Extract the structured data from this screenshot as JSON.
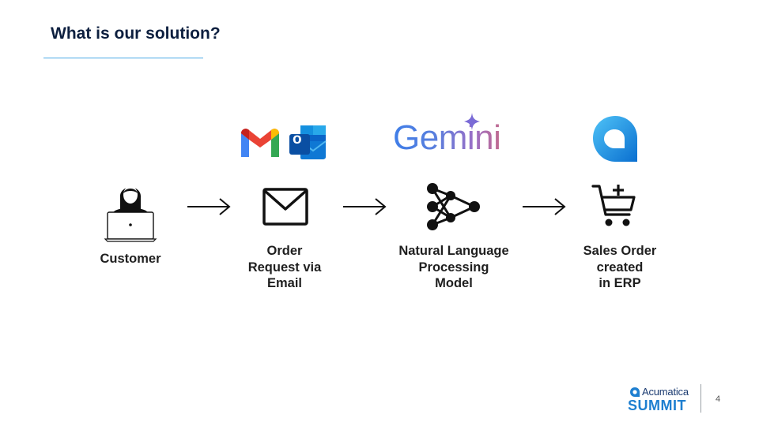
{
  "slide": {
    "title": "What is our solution?",
    "page_number": "4"
  },
  "steps": [
    {
      "label": "Customer"
    },
    {
      "label": "Order\nRequest via\nEmail"
    },
    {
      "label": "Natural Language\nProcessing\nModel"
    },
    {
      "label": "Sales Order\ncreated\nin ERP"
    }
  ],
  "logos": {
    "gemini_wordmark": "Gemini",
    "outlook_letter": "o"
  },
  "brand": {
    "name_top": "Acumatica",
    "name_bottom": "SUMMIT"
  },
  "colors": {
    "title": "#0d1f3f",
    "title_rule": "#4aa9e6",
    "icon": "#111111",
    "gmail_red": "#ea4335",
    "gmail_blue": "#4285f4",
    "gmail_green": "#34a853",
    "gmail_yellow": "#fbbc04",
    "outlook_blue": "#0a64c8",
    "acumatica_blue": "#1e7fd0"
  }
}
